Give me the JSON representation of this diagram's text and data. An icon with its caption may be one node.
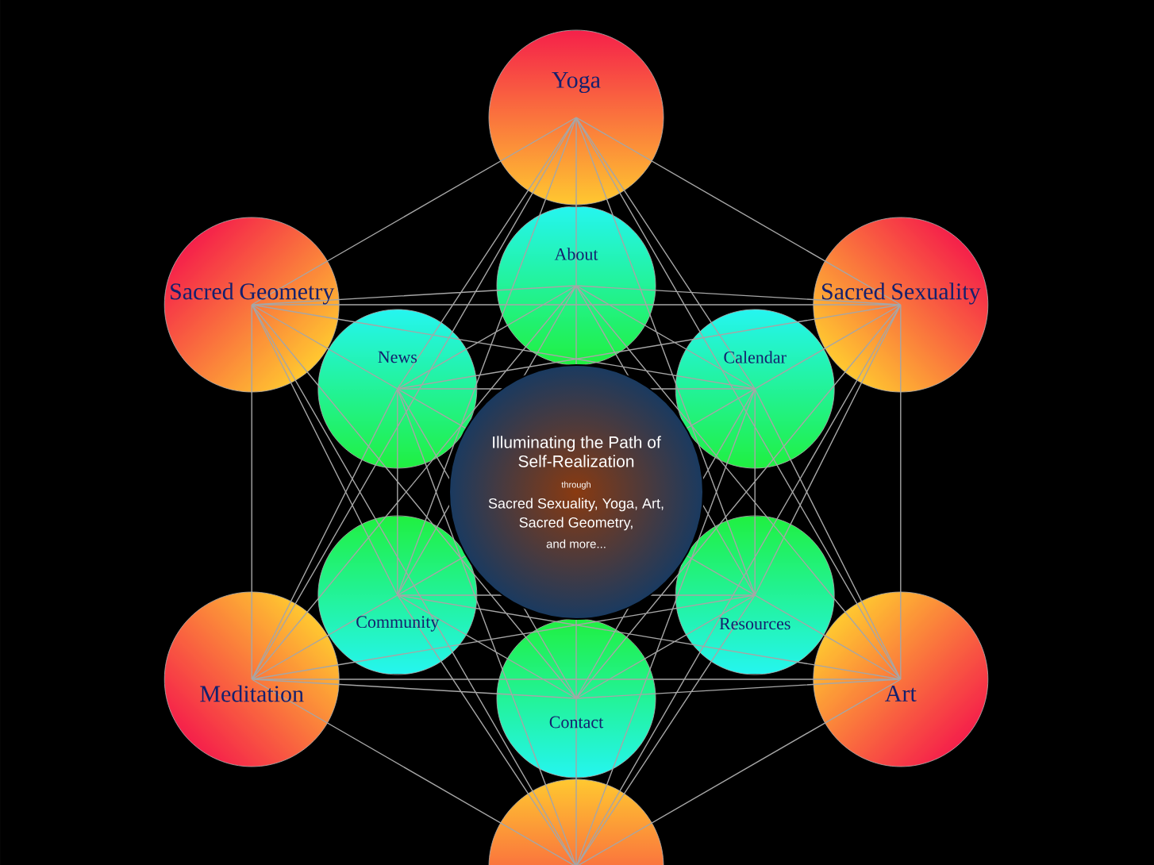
{
  "diagram": {
    "nodes": [
      {
        "text": [
          "Yoga"
        ]
      },
      {
        "text": [
          "Sacred Geometry"
        ]
      },
      {
        "text": [
          "About"
        ]
      },
      {
        "text": [
          "Sacred Sexuality"
        ]
      },
      {
        "text": [
          "News"
        ]
      },
      {
        "text": [
          "Calendar"
        ]
      },
      {
        "text": [
          "Illuminating the Path of Self-Realization",
          "through",
          "Sacred Sexuality, Yoga, Art, Sacred Geometry,",
          "and more..."
        ]
      },
      {
        "text": [
          "Community"
        ]
      },
      {
        "text": [
          "Resources"
        ]
      },
      {
        "text": [
          "Meditation"
        ]
      },
      {
        "text": [
          "Contact"
        ]
      },
      {
        "text": [
          "Art"
        ]
      },
      {
        "text": [],
        "shape": "circle"
      }
    ]
  }
}
